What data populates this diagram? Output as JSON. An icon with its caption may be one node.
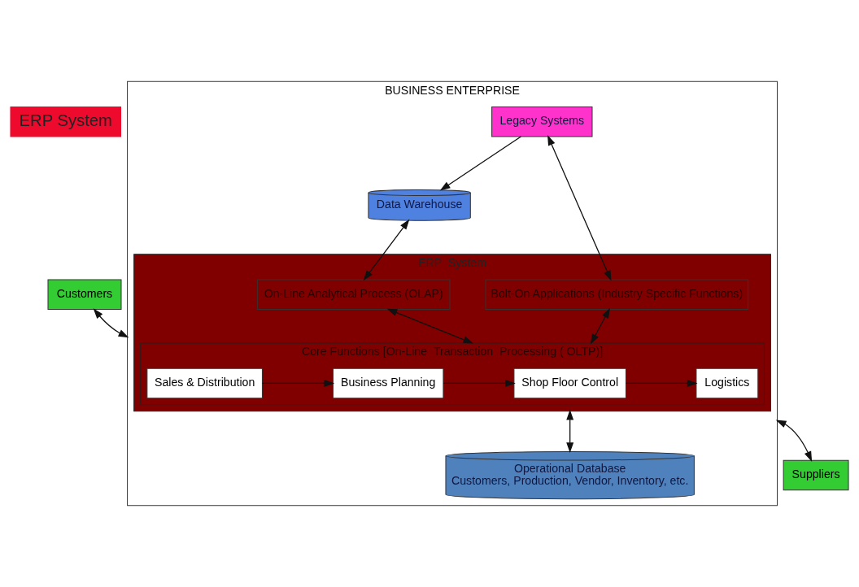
{
  "diagram": {
    "nodes": [
      {
        "text": [
          "ERP System"
        ]
      },
      {
        "text": [
          "BUSINESS ENTERPRISE"
        ]
      },
      {
        "text": [
          "Data Warehouse"
        ],
        "in": 1
      },
      {
        "text": [
          "Legacy Systems"
        ],
        "in": 1
      },
      {
        "text": [
          "ERP  System"
        ],
        "in": 1
      },
      {
        "text": [
          "On-Line Analytical Process (OLAP)"
        ],
        "in": 4
      },
      {
        "text": [
          "Bolt-On Applications (Industry Specific Functions)"
        ],
        "in": 4
      },
      {
        "text": [
          "Core Functions [On-Line  Transaction  Processing ( OLTP)]"
        ],
        "in": 4
      },
      {
        "text": [
          "Sales & Distribution"
        ],
        "in": 7
      },
      {
        "text": [
          "Business Planning"
        ],
        "in": 7
      },
      {
        "text": [
          "Shop Floor Control"
        ],
        "in": 7
      },
      {
        "text": [
          "Logistics"
        ],
        "in": 7
      },
      {
        "text": [
          "Operational Database",
          "Customers, Production, Vendor, Inventory, etc."
        ],
        "in": 1
      },
      {
        "text": [
          "Customers"
        ]
      },
      {
        "text": [
          "Suppliers"
        ]
      }
    ],
    "edges": [
      {
        "from": 3,
        "to": 2,
        "arrow": "to"
      },
      {
        "from": 2,
        "to": 5,
        "arrow": "both"
      },
      {
        "from": 3,
        "to": 6,
        "arrow": "both"
      },
      {
        "from": 5,
        "to": 7,
        "arrow": "both"
      },
      {
        "from": 6,
        "to": 7,
        "arrow": "both"
      },
      {
        "from": 8,
        "to": 9,
        "arrow": "to"
      },
      {
        "from": 9,
        "to": 10,
        "arrow": "to"
      },
      {
        "from": 10,
        "to": 11,
        "arrow": "to"
      },
      {
        "from": 4,
        "to": 12,
        "arrow": "both"
      },
      {
        "from": 13,
        "to": 1,
        "arrow": "both"
      },
      {
        "from": 1,
        "to": 14,
        "arrow": "both"
      }
    ]
  }
}
